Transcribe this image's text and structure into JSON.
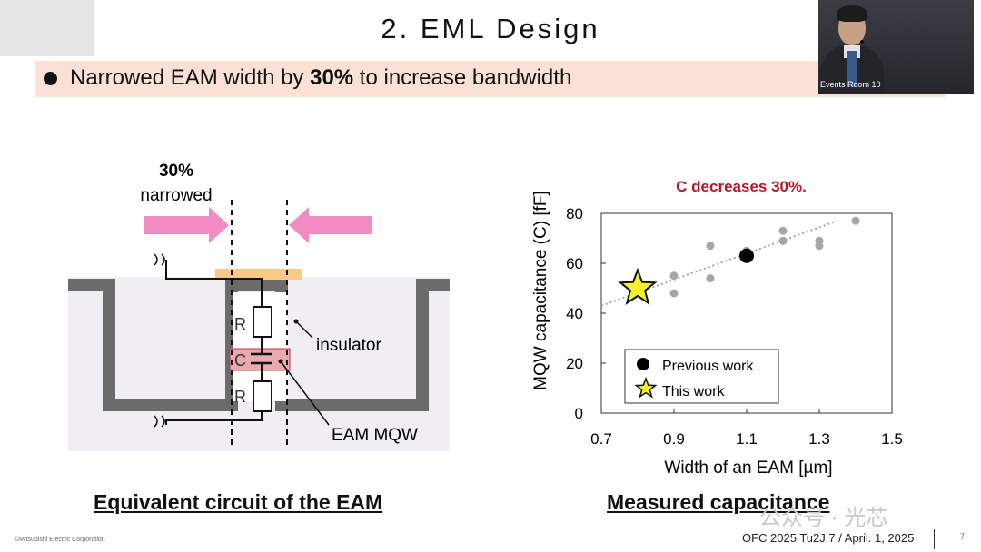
{
  "slide": {
    "title": "2. EML Design",
    "bullet_pre": "Narrowed EAM width by ",
    "bullet_bold": "30%",
    "bullet_post": " to increase bandwidth"
  },
  "video": {
    "label": "Events Room 10"
  },
  "circuit": {
    "narrowed_pct": "30%",
    "narrowed_word": "narrowed",
    "r_top": "R",
    "c_label": "C",
    "r_bottom": "R",
    "insulator": "insulator",
    "mqw": "EAM MQW",
    "caption": "Equivalent circuit of the EAM"
  },
  "chart_caption": "Measured capacitance",
  "chart_data": {
    "type": "scatter",
    "annotation": "C decreases 30%.",
    "xlabel": "Width of an EAM [µm]",
    "ylabel": "MQW capacitance (C) [fF]",
    "xlim": [
      0.7,
      1.5
    ],
    "ylim": [
      0,
      80
    ],
    "xticks": [
      "0.7",
      "0.9",
      "1.1",
      "1.3",
      "1.5"
    ],
    "yticks": [
      "0",
      "20",
      "40",
      "60",
      "80"
    ],
    "grid": false,
    "legend_position": "bottom-left",
    "trend_line": {
      "x": [
        0.7,
        1.35
      ],
      "y": [
        43,
        77
      ]
    },
    "series": [
      {
        "role": "reference",
        "color": "#a6a6a6",
        "points": [
          [
            0.9,
            48
          ],
          [
            0.9,
            55
          ],
          [
            1.0,
            54
          ],
          [
            1.0,
            67
          ],
          [
            1.1,
            65
          ],
          [
            1.2,
            69
          ],
          [
            1.2,
            73
          ],
          [
            1.3,
            67
          ],
          [
            1.3,
            69
          ],
          [
            1.4,
            77
          ]
        ]
      },
      {
        "name": "Previous work",
        "color": "#000000",
        "points": [
          [
            1.1,
            63
          ]
        ]
      },
      {
        "name": "This work",
        "color": "#f4f02a",
        "marker": "star",
        "points": [
          [
            0.8,
            50
          ]
        ]
      }
    ],
    "legend": [
      "Previous work",
      "This work"
    ]
  },
  "footer": {
    "copyright": "©Mitsubishi Electric Corporation",
    "conference": "OFC 2025 Tu2J.7 / April. 1, 2025",
    "page": "7",
    "watermark": "公众号 · 光芯"
  },
  "colors": {
    "banner": "#fbe0d6",
    "arrow": "#f08cc2",
    "metal": "#f9c987",
    "annotation": "#b5172b"
  }
}
